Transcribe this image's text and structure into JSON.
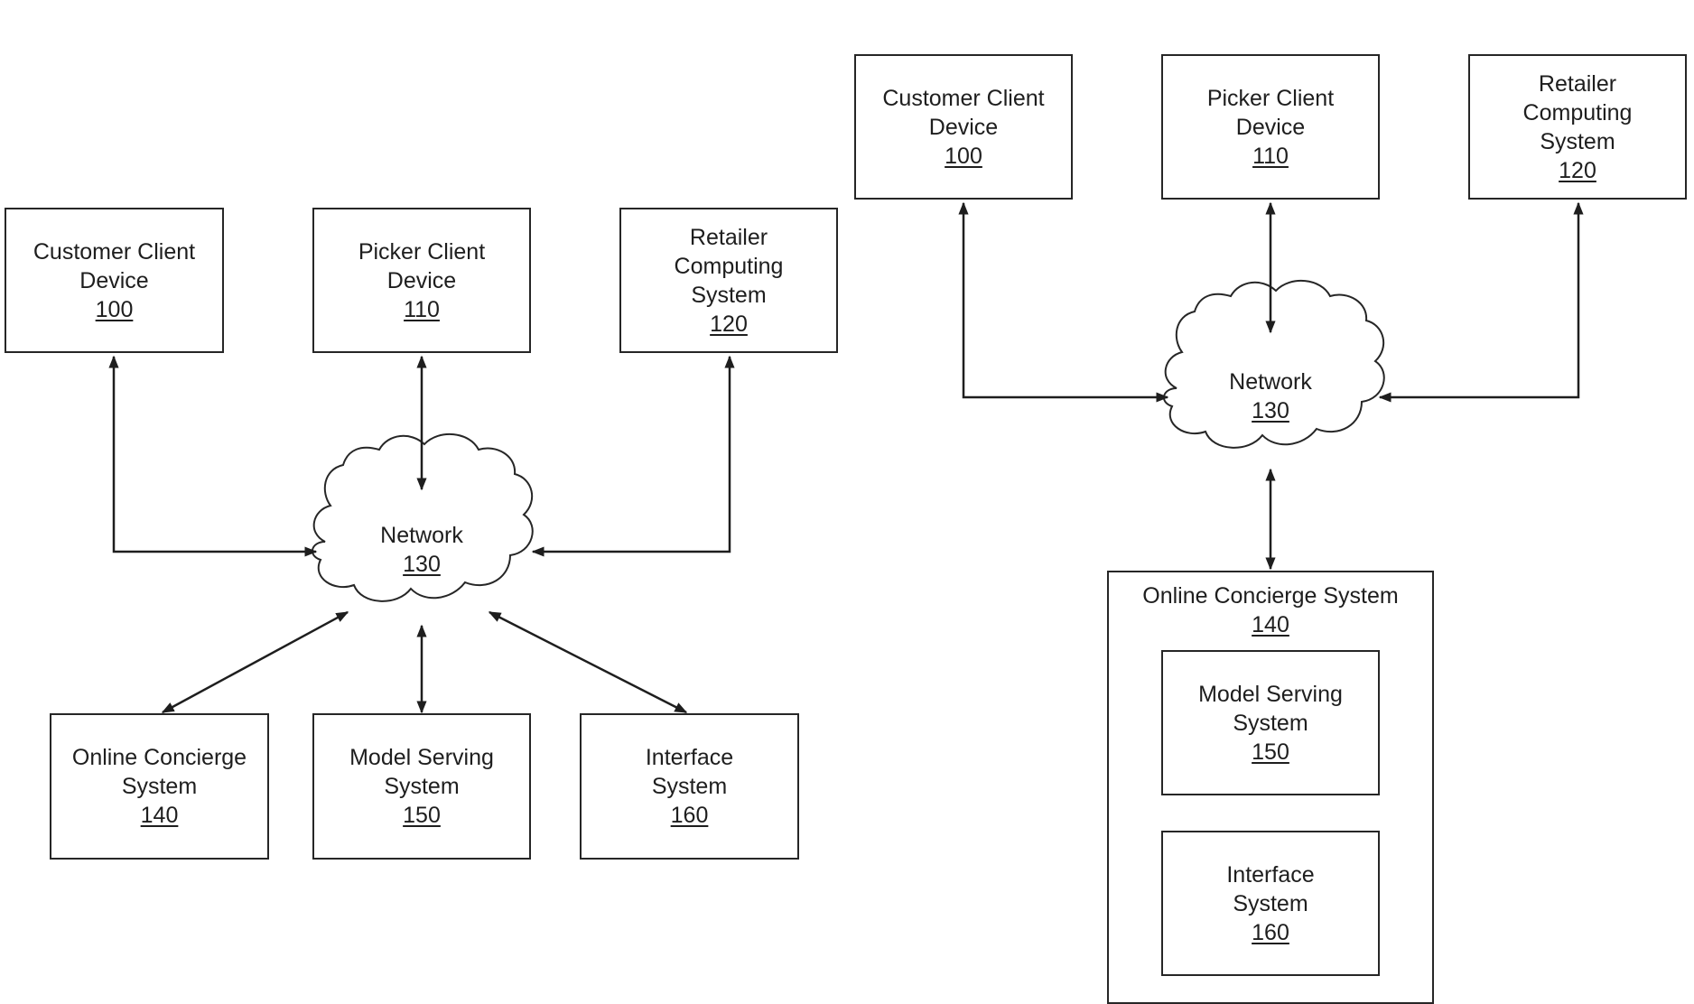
{
  "left": {
    "customer_client": {
      "lines": [
        "Customer Client",
        "Device"
      ],
      "num": "100"
    },
    "picker_client": {
      "lines": [
        "Picker Client",
        "Device"
      ],
      "num": "110"
    },
    "retailer": {
      "lines": [
        "Retailer",
        "Computing",
        "System"
      ],
      "num": "120"
    },
    "network": {
      "lines": [
        "Network"
      ],
      "num": "130"
    },
    "online_concierge": {
      "lines": [
        "Online Concierge",
        "System"
      ],
      "num": "140"
    },
    "model_serving": {
      "lines": [
        "Model Serving",
        "System"
      ],
      "num": "150"
    },
    "interface": {
      "lines": [
        "Interface",
        "System"
      ],
      "num": "160"
    }
  },
  "right": {
    "customer_client": {
      "lines": [
        "Customer Client",
        "Device"
      ],
      "num": "100"
    },
    "picker_client": {
      "lines": [
        "Picker Client",
        "Device"
      ],
      "num": "110"
    },
    "retailer": {
      "lines": [
        "Retailer",
        "Computing",
        "System"
      ],
      "num": "120"
    },
    "network": {
      "lines": [
        "Network"
      ],
      "num": "130"
    },
    "online_concierge": {
      "lines": [
        "Online Concierge System"
      ],
      "num": "140"
    },
    "model_serving": {
      "lines": [
        "Model Serving",
        "System"
      ],
      "num": "150"
    },
    "interface": {
      "lines": [
        "Interface",
        "System"
      ],
      "num": "160"
    }
  }
}
